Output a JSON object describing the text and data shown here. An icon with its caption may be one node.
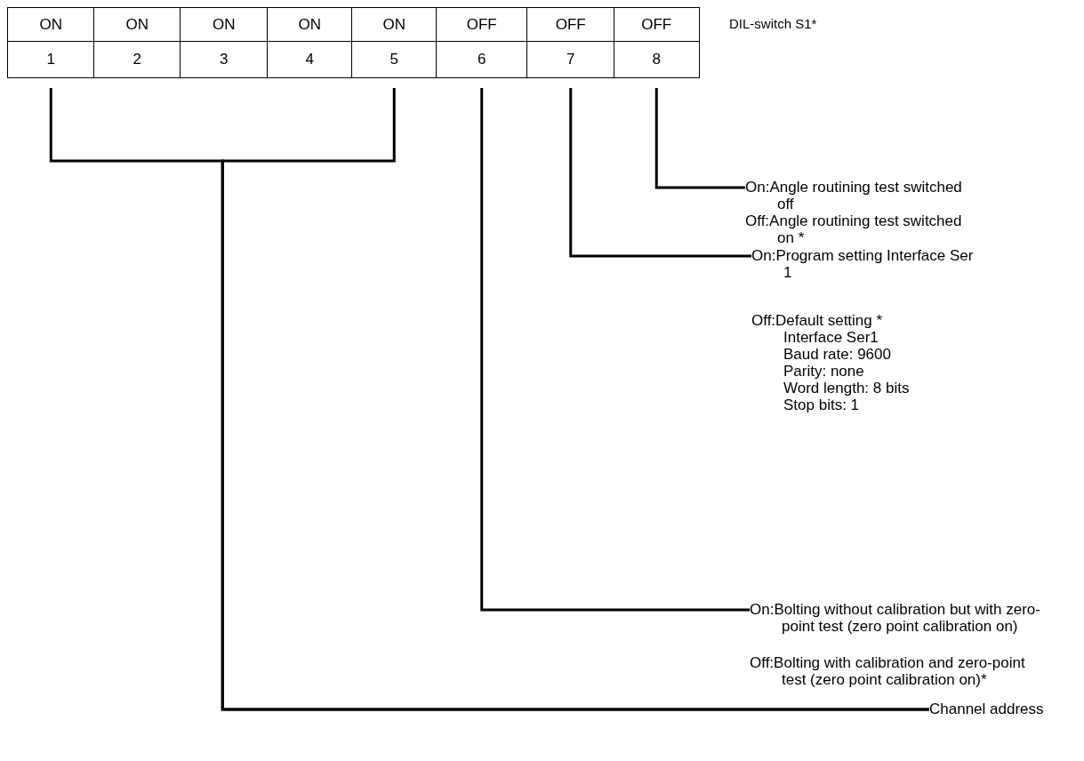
{
  "diagram": {
    "nodes": [
      {
        "text": [
          "ON",
          "1"
        ]
      },
      {
        "text": [
          "ON",
          "2"
        ]
      },
      {
        "text": [
          "ON",
          "3"
        ]
      },
      {
        "text": [
          "ON",
          "4"
        ]
      },
      {
        "text": [
          "ON",
          "5"
        ]
      },
      {
        "text": [
          "OFF",
          "6"
        ]
      },
      {
        "text": [
          "OFF",
          "7"
        ]
      },
      {
        "text": [
          "OFF",
          "8"
        ]
      },
      {
        "text": [
          "On:Angle routining test switched off",
          "Off:Angle routining test switched on *"
        ]
      },
      {
        "text": [
          "On:Program setting Interface Ser 1",
          "Off:Default setting *",
          "Interface Ser1",
          "Baud rate: 9600",
          "Parity: none",
          "Word length: 8 bits",
          "Stop bits: 1"
        ]
      },
      {
        "text": [
          "On:Bolting without calibration but with zero-point test (zero point calibration on)",
          "Off:Bolting with calibration and zero-point test (zero point calibration on)*"
        ]
      },
      {
        "text": [
          "Channel address"
        ]
      }
    ],
    "edges": [
      {
        "from": 0,
        "to": 11,
        "arrow": "none"
      },
      {
        "from": 4,
        "to": 11,
        "arrow": "none"
      },
      {
        "from": 5,
        "to": 10,
        "arrow": "none"
      },
      {
        "from": 6,
        "to": 9,
        "arrow": "none"
      },
      {
        "from": 7,
        "to": 8,
        "arrow": "none"
      }
    ],
    "labels": [
      "DIL-switch S1*"
    ]
  }
}
